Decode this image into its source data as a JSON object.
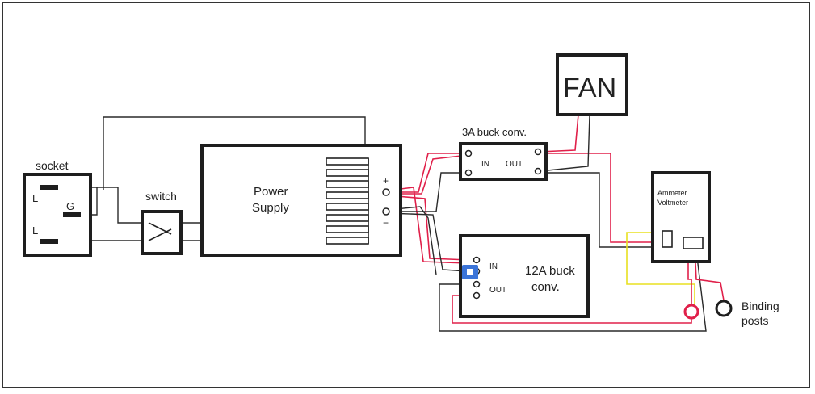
{
  "diagram": {
    "socket": {
      "title": "socket",
      "pin_l_top": "L",
      "pin_g": "G",
      "pin_l_bottom": "L"
    },
    "switch": {
      "title": "switch"
    },
    "power_supply": {
      "title_line1": "Power",
      "title_line2": "Supply",
      "plus": "+",
      "minus": "−"
    },
    "buck_3a": {
      "title": "3A buck conv.",
      "in_label": "IN",
      "out_label": "OUT"
    },
    "fan": {
      "title": "FAN"
    },
    "buck_12a": {
      "title_line1": "12A buck",
      "title_line2": "conv.",
      "in_label": "IN",
      "out_label": "OUT"
    },
    "meter": {
      "title_line1": "Ammeter",
      "title_line2": "Voltmeter"
    },
    "binding_posts": {
      "line1": "Binding",
      "line2": "posts"
    }
  },
  "colors": {
    "box_stroke": "#1e1e1e",
    "wire_black": "#2a2a2a",
    "wire_red": "#e0204a",
    "wire_yellow": "#e8e020",
    "background": "#ffffff"
  }
}
